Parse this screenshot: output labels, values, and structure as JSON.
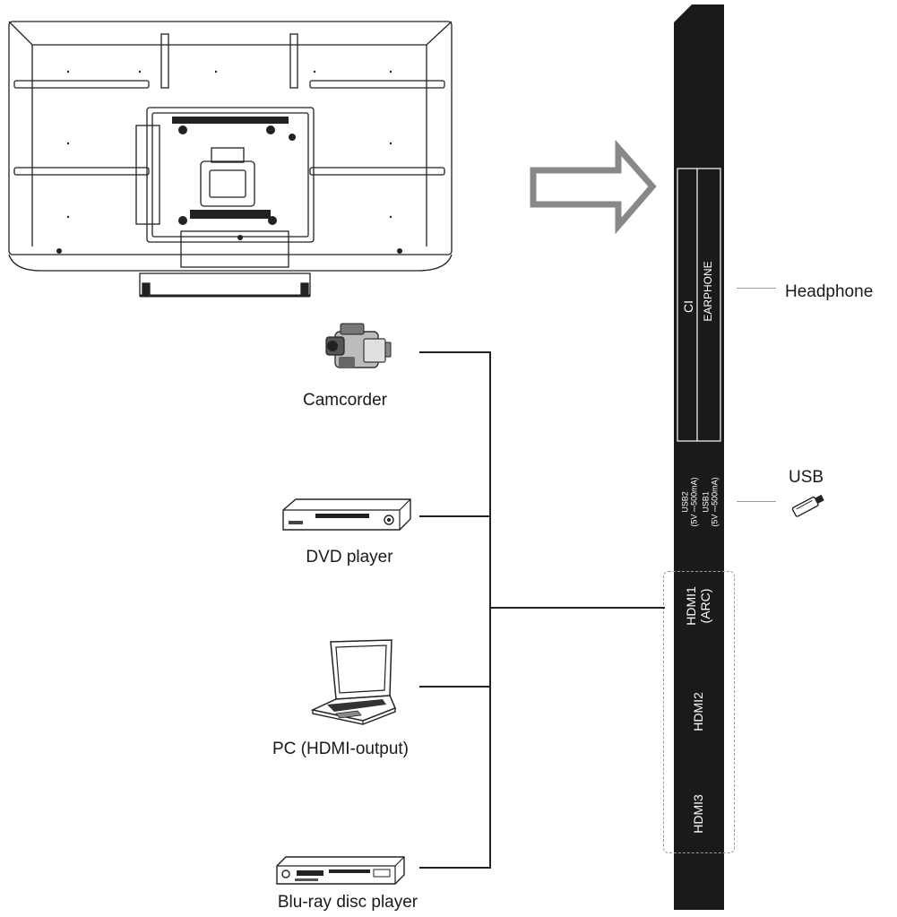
{
  "devices": {
    "camcorder": "Camcorder",
    "dvd_player": "DVD player",
    "pc": "PC (HDMI-output)",
    "bluray": "Blu-ray disc player",
    "headphone": "Headphone",
    "usb": "USB"
  },
  "panel": {
    "ci": "CI",
    "earphone": "EARPHONE",
    "usb2": "USB2",
    "usb2_spec": "(5V ⎓500mA)",
    "usb1": "USB1",
    "usb1_spec": "(5V ⎓500mA)",
    "hdmi1": "HDMI1",
    "hdmi1_arc": "(ARC)",
    "hdmi2": "HDMI2",
    "hdmi3": "HDMI3"
  },
  "colors": {
    "panel": "#1a1a1a",
    "line": "#222222",
    "guide": "#9a9a9a"
  },
  "icons": [
    "tv-back-icon",
    "right-arrow-icon",
    "camcorder-icon",
    "dvd-player-icon",
    "laptop-icon",
    "bluray-player-icon",
    "usb-drive-icon"
  ]
}
